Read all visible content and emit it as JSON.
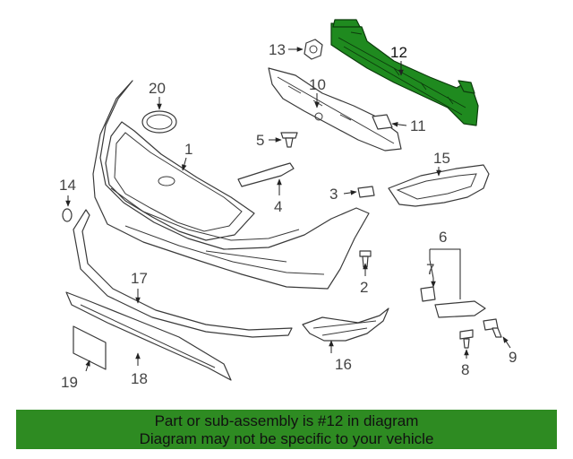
{
  "diagram": {
    "highlighted_part": "12",
    "callouts": {
      "c1": "1",
      "c2": "2",
      "c3": "3",
      "c4": "4",
      "c5": "5",
      "c6": "6",
      "c7": "7",
      "c8": "8",
      "c9": "9",
      "c10": "10",
      "c11": "11",
      "c12": "12",
      "c13": "13",
      "c14": "14",
      "c15": "15",
      "c16": "16",
      "c17": "17",
      "c18": "18",
      "c19": "19",
      "c20": "20"
    },
    "highlight_color": "#2e8b22"
  },
  "banner": {
    "line1": "Part or sub-assembly is #12 in diagram",
    "line2": "Diagram may not be specific to your vehicle"
  }
}
